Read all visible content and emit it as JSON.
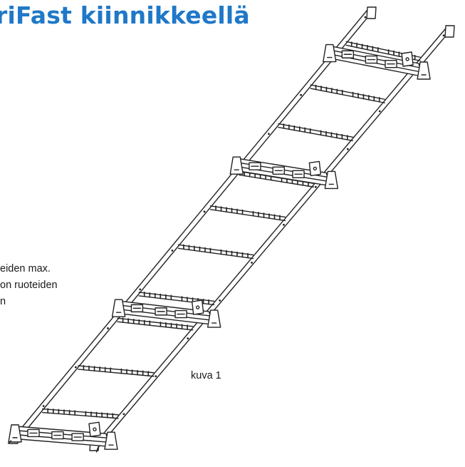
{
  "heading": {
    "text": "riFast kiinnikkeellä",
    "color": "#1f78c8"
  },
  "body": {
    "lines": [
      "eiden max.",
      "on ruoteiden",
      "n"
    ]
  },
  "figure": {
    "caption": "kuva 1",
    "line_color": "#222222"
  }
}
